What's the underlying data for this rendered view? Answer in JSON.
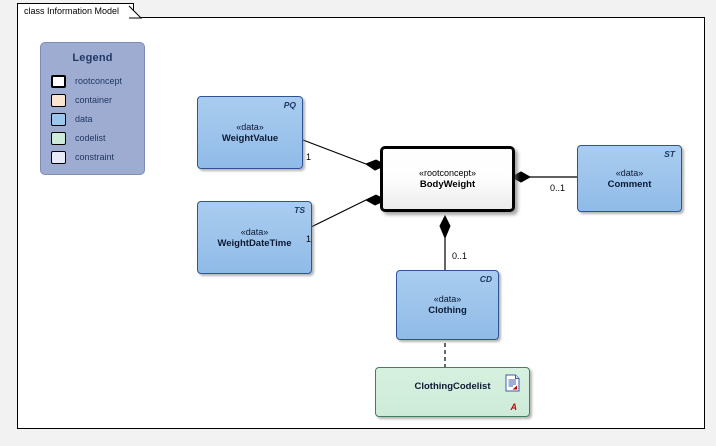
{
  "diagram": {
    "tab_label": "class Information Model",
    "canvas_bg": "#ffffff",
    "frame_border": "#000000"
  },
  "legend": {
    "title": "Legend",
    "bg_color": "#9facd1",
    "items": [
      {
        "label": "rootconcept",
        "color": "#ffffff",
        "border": "#000000",
        "thick": true
      },
      {
        "label": "container",
        "color": "#fae3cf",
        "border": "#000000",
        "thick": false
      },
      {
        "label": "data",
        "color": "#9dc6ef",
        "border": "#000000",
        "thick": false
      },
      {
        "label": "codelist",
        "color": "#cdebd8",
        "border": "#000000",
        "thick": false
      },
      {
        "label": "constraint",
        "color": "#e8eaf8",
        "border": "#000000",
        "thick": false
      }
    ]
  },
  "nodes": {
    "weight_value": {
      "stereotype": "«data»",
      "name": "WeightValue",
      "tag": "PQ",
      "kind": "data"
    },
    "weight_date_time": {
      "stereotype": "«data»",
      "name": "WeightDateTime",
      "tag": "TS",
      "kind": "data"
    },
    "body_weight": {
      "stereotype": "«rootconcept»",
      "name": "BodyWeight",
      "tag": "",
      "kind": "rootconcept"
    },
    "comment": {
      "stereotype": "«data»",
      "name": "Comment",
      "tag": "ST",
      "kind": "data"
    },
    "clothing": {
      "stereotype": "«data»",
      "name": "Clothing",
      "tag": "CD",
      "kind": "data"
    },
    "clothing_codelist": {
      "stereotype": "",
      "name": "ClothingCodelist",
      "tag": "",
      "kind": "codelist",
      "annotation": "A"
    }
  },
  "edges": {
    "weight_value_to_body_weight": {
      "multiplicity": "1",
      "type": "composition"
    },
    "weight_date_time_to_body_weight": {
      "multiplicity": "1",
      "type": "composition"
    },
    "body_weight_to_comment": {
      "multiplicity": "0..1",
      "type": "composition"
    },
    "body_weight_to_clothing": {
      "multiplicity": "0..1",
      "type": "composition"
    },
    "clothing_to_codelist": {
      "multiplicity": "",
      "type": "dependency"
    }
  },
  "colors": {
    "data_fill": "#9dc6ef",
    "codelist_fill": "#cdebd8",
    "root_fill": "#ffffff",
    "legend_text": "#1f3864",
    "line": "#000000",
    "annotation_red": "#cc0000"
  }
}
